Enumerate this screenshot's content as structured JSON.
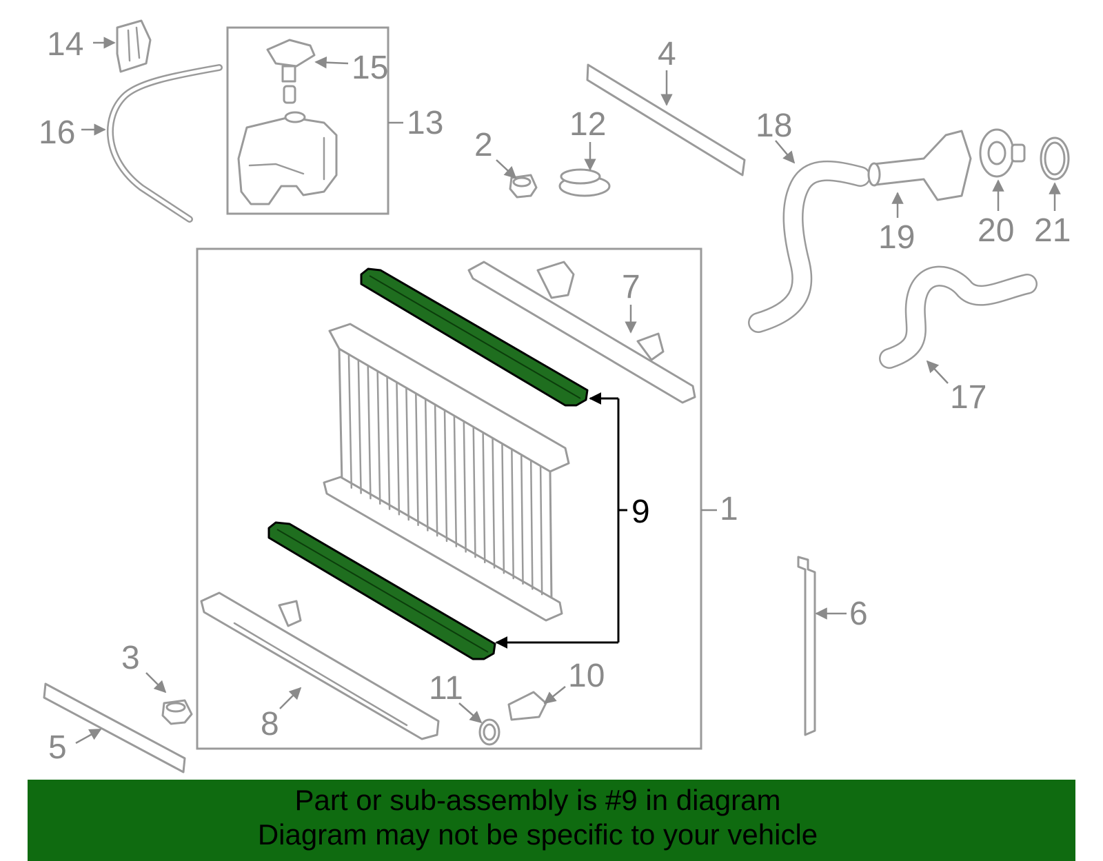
{
  "diagram": {
    "callouts": [
      "1",
      "2",
      "3",
      "4",
      "5",
      "6",
      "7",
      "8",
      "9",
      "10",
      "11",
      "12",
      "13",
      "14",
      "15",
      "16",
      "17",
      "18",
      "19",
      "20",
      "21"
    ],
    "highlighted_part": "9",
    "colors": {
      "part_stroke": "#9a9a9a",
      "highlight_fill": "#1f6e1f",
      "banner_background": "#0f6b10",
      "text_dark": "#000000"
    }
  },
  "banner": {
    "line1": "Part or sub-assembly is #9 in diagram",
    "line2": "Diagram may not be specific to your vehicle"
  }
}
